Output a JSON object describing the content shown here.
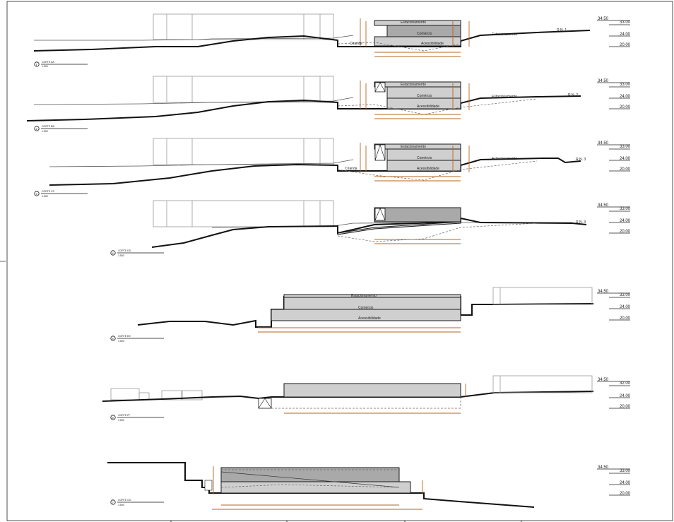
{
  "levels": [
    {
      "top": "34.50",
      "l1": "33.00",
      "l2": "24.00",
      "l3": "20.00"
    },
    {
      "top": "34.50",
      "l1": "33.00",
      "l2": "24.00",
      "l3": "20.00"
    },
    {
      "top": "34.50",
      "l1": "33.00",
      "l2": "24.00",
      "l3": "20.00"
    },
    {
      "top": "34.50",
      "l1": "33.00",
      "l2": "24.00",
      "l3": "20.00"
    },
    {
      "top": "34.50",
      "l1": "33.00",
      "l2": "24.00",
      "l3": "20.00"
    },
    {
      "top": "34.50",
      "l1": "32.00",
      "l2": "24.00",
      "l3": "20.00"
    },
    {
      "top": "34.50",
      "l1": "33.00",
      "l2": "24.00",
      "l3": "20.00"
    }
  ],
  "sections": [
    {
      "num": "1",
      "caption": "CORTE AA",
      "scale": "1:500"
    },
    {
      "num": "2",
      "caption": "CORTE BB",
      "scale": "1:500"
    },
    {
      "num": "3",
      "caption": "CORTE CC",
      "scale": "1:500"
    },
    {
      "num": "4",
      "caption": "CORTE DD",
      "scale": "1:500"
    },
    {
      "num": "5",
      "caption": "CORTE EE",
      "scale": "1:500"
    },
    {
      "num": "6",
      "caption": "CORTE FF",
      "scale": "1:500"
    },
    {
      "num": "7",
      "caption": "CORTE GG",
      "scale": "1:500"
    }
  ],
  "labels": {
    "estacionamento": "Estacionamento",
    "comercio": "Comércio",
    "acessibilidade": "Acessibilidade",
    "ciranda": "Ciranda",
    "r_n": "R.N. 1",
    "r_n2": "R.N. 2",
    "r_n3": "R.N. 3"
  }
}
